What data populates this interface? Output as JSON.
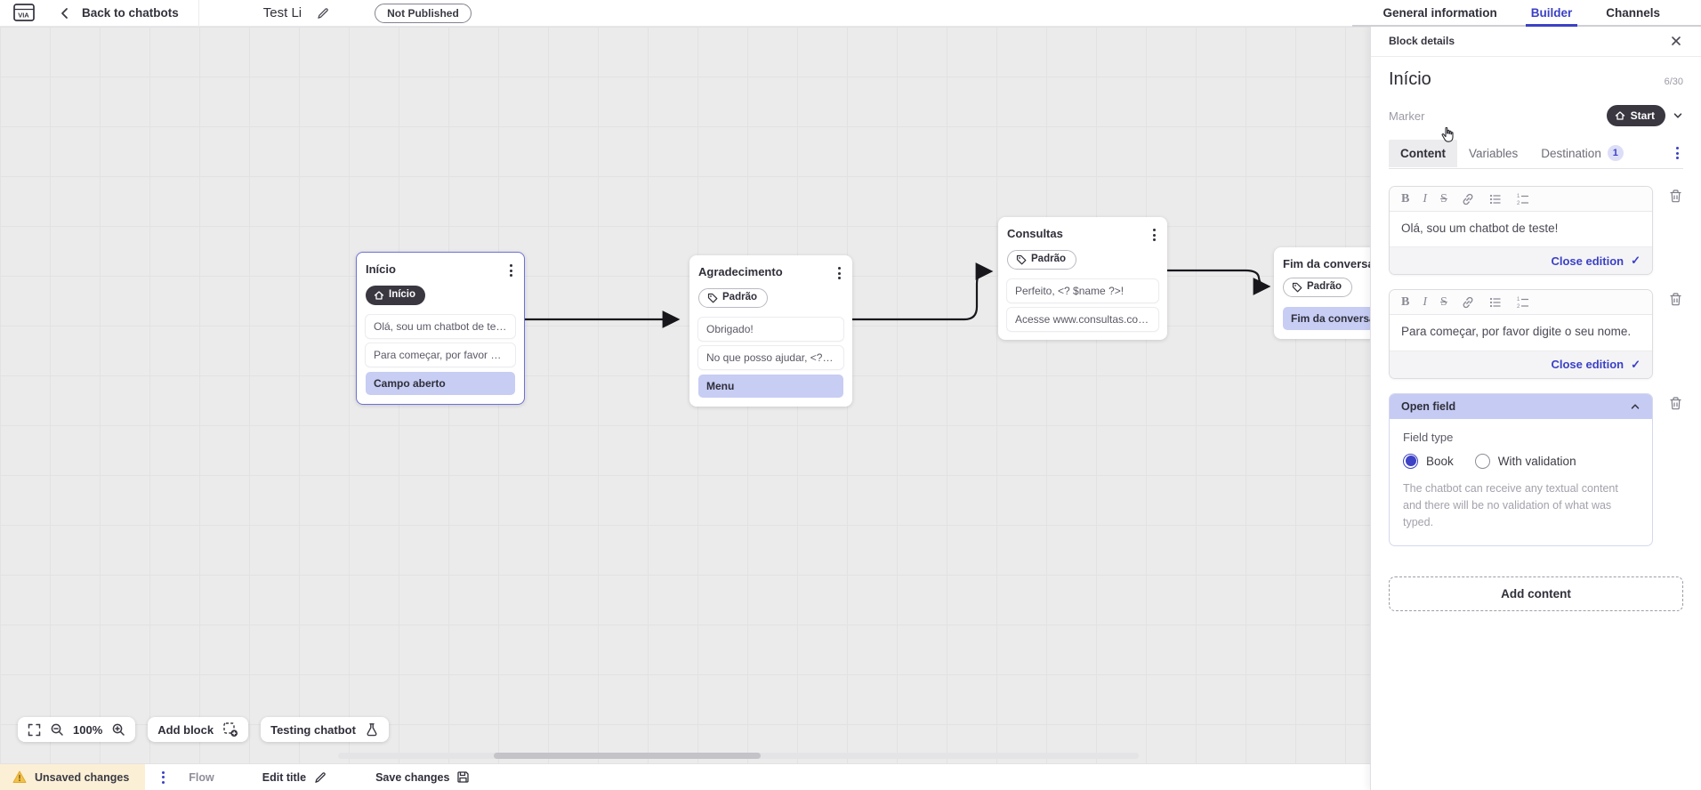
{
  "accent_color": "#3b41c5",
  "highlight_color": "#c7cdf3",
  "dark_pill_color": "#3a3741",
  "warning_color": "#f2c14b",
  "top_bar": {
    "logo_text": "VIA",
    "back_label": "Back to chatbots",
    "title": "Test Li",
    "status_badge": "Not Published",
    "tabs": [
      {
        "label": "General information",
        "active": false
      },
      {
        "label": "Builder",
        "active": true
      },
      {
        "label": "Channels",
        "active": false
      }
    ]
  },
  "canvas": {
    "blocks": [
      {
        "title": "Início",
        "selected": true,
        "marker": {
          "label": "Início",
          "style": "dark",
          "icon": "home"
        },
        "rows": [
          {
            "text": "Olá, sou um chatbot de teste!",
            "highlight": false
          },
          {
            "text": "Para começar, por favor digite o ...",
            "highlight": false
          },
          {
            "text": "Campo aberto",
            "highlight": true
          }
        ]
      },
      {
        "title": "Agradecimento",
        "selected": false,
        "marker": {
          "label": "Padrão",
          "style": "outline",
          "icon": "tag"
        },
        "rows": [
          {
            "text": "Obrigado!",
            "highlight": false
          },
          {
            "text": "No que posso ajudar, <? $name ...",
            "highlight": false
          },
          {
            "text": "Menu",
            "highlight": true
          }
        ]
      },
      {
        "title": "Consultas",
        "selected": false,
        "marker": {
          "label": "Padrão",
          "style": "outline",
          "icon": "tag"
        },
        "rows": [
          {
            "text": "Perfeito, <? $name ?>!",
            "highlight": false
          },
          {
            "text": "Acesse www.consultas.com par...",
            "highlight": false
          }
        ]
      },
      {
        "title": "Fim da conversa",
        "selected": false,
        "marker": {
          "label": "Padrão",
          "style": "outline",
          "icon": "tag"
        },
        "rows": [
          {
            "text": "Fim da conversa",
            "highlight": true
          }
        ]
      }
    ],
    "controls": {
      "zoom_level": "100%",
      "add_block_label": "Add block",
      "testing_label": "Testing chatbot"
    }
  },
  "panel": {
    "header": "Block details",
    "block_name": "Início",
    "name_counter": "6/30",
    "marker_label": "Marker",
    "marker_value": "Start",
    "tabs": [
      {
        "label": "Content",
        "active": true
      },
      {
        "label": "Variables",
        "active": false
      },
      {
        "label": "Destination",
        "active": false,
        "badge": "1"
      }
    ],
    "editors": [
      {
        "text": "Olá, sou um chatbot de teste!",
        "close_label": "Close edition",
        "check": "✓"
      },
      {
        "text": "Para começar, por favor digite o seu nome.",
        "close_label": "Close edition",
        "check": "✓"
      }
    ],
    "open_field": {
      "title": "Open field",
      "field_type_label": "Field type",
      "options": [
        {
          "label": "Book",
          "selected": true
        },
        {
          "label": "With validation",
          "selected": false
        }
      ],
      "help": "The chatbot can receive any textual content and there will be no validation of what was typed."
    },
    "add_content_label": "Add content"
  },
  "status_bar": {
    "unsaved_label": "Unsaved changes",
    "flow_label": "Flow",
    "edit_title_label": "Edit title",
    "save_label": "Save changes"
  }
}
